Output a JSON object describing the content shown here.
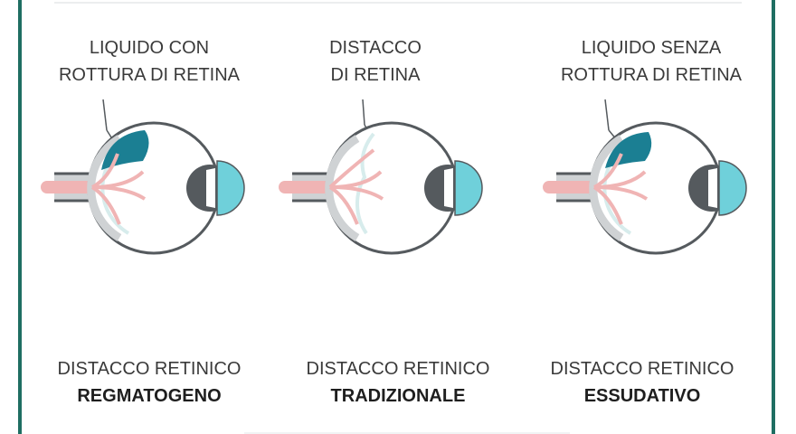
{
  "panels": [
    {
      "callout": [
        "LIQUIDO CON",
        "ROTTURA DI RETINA"
      ],
      "title_line1": "DISTACCO RETINICO",
      "title_line2": "REGMATOGENO",
      "fluid": true
    },
    {
      "callout": [
        "DISTACCO",
        "DI RETINA"
      ],
      "title_line1": "DISTACCO RETINICO",
      "title_line2": "TRADIZIONALE",
      "fluid": false
    },
    {
      "callout": [
        "LIQUIDO SENZA",
        "ROTTURA DI RETINA"
      ],
      "title_line1": "DISTACCO RETINICO",
      "title_line2": "ESSUDATIVO",
      "fluid": true
    }
  ],
  "colors": {
    "frame": "#1f6e62",
    "eye_outline": "#555a5e",
    "sclera_band": "#cfd2d4",
    "retina": "#d7ecec",
    "vessels": "#f0b4b4",
    "fluid": "#1b7f93",
    "lens": "#6fd0da",
    "iris": "#555a5e"
  }
}
